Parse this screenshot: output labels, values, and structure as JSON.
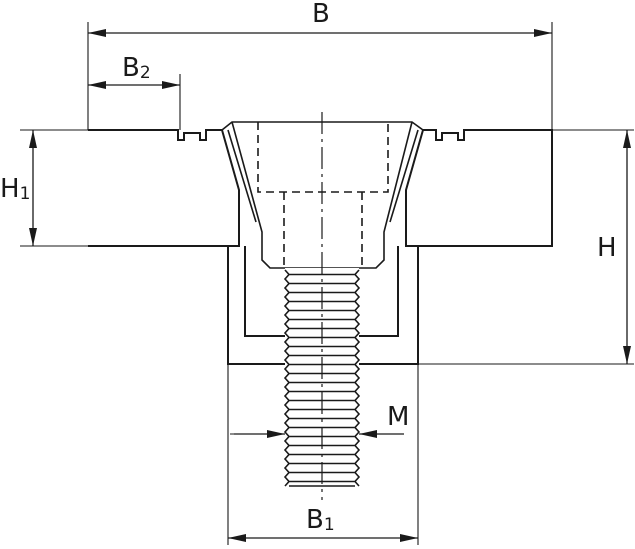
{
  "labels": {
    "B": "B",
    "B2_main": "B",
    "B2_sub": "2",
    "H1_main": "H",
    "H1_sub": "1",
    "H": "H",
    "M": "M",
    "B1_main": "B",
    "B1_sub": "1"
  },
  "colors": {
    "line": "#1a1a1a",
    "background": "#ffffff"
  }
}
